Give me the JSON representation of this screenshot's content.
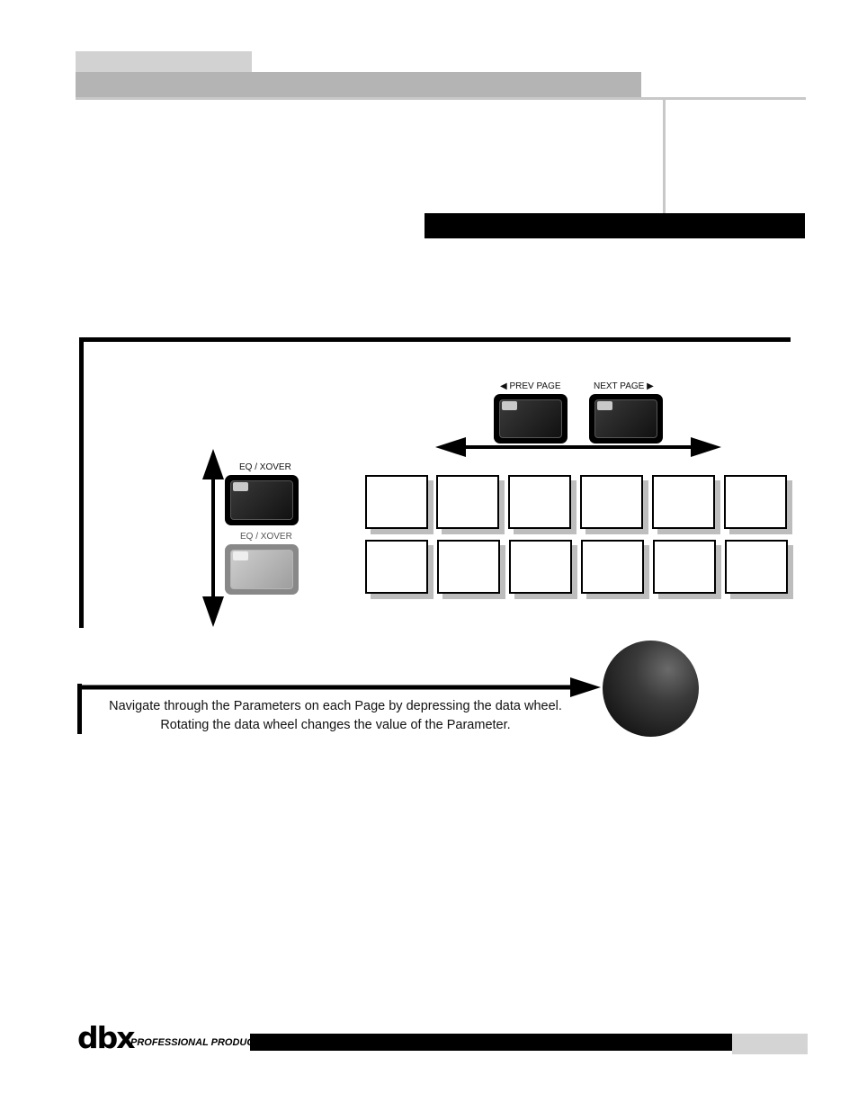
{
  "panel": {
    "prev_label": "◀ PREV PAGE",
    "next_label": "NEXT PAGE ▶",
    "eq_label_top": "EQ / XOVER",
    "eq_label_bottom": "EQ / XOVER"
  },
  "caption": {
    "line1": "Navigate through the Parameters on each Page by depressing the data wheel.",
    "line2": "Rotating the data wheel changes the value of the Parameter."
  },
  "footer": {
    "logo": "dbx",
    "logo_sub": "PROFESSIONAL PRODUCTS"
  },
  "colors": {
    "header_light": "#d2d2d2",
    "header_mid": "#b4b4b4",
    "black": "#000000"
  }
}
